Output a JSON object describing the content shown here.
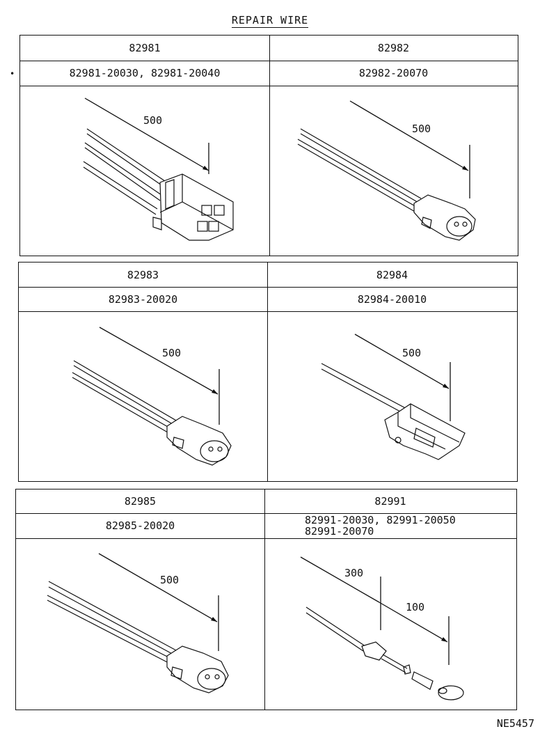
{
  "title": "REPAIR WIRE",
  "footer": "NE5457",
  "panels": [
    {
      "left": {
        "code": "82981",
        "parts": [
          "82981-20030, 82981-20040"
        ],
        "length": "500"
      },
      "right": {
        "code": "82982",
        "parts": [
          "82982-20070"
        ],
        "length": "500"
      }
    },
    {
      "left": {
        "code": "82983",
        "parts": [
          "82983-20020"
        ],
        "length": "500"
      },
      "right": {
        "code": "82984",
        "parts": [
          "82984-20010"
        ],
        "length": "500"
      }
    },
    {
      "left": {
        "code": "82985",
        "parts": [
          "82985-20020"
        ],
        "length": "500"
      },
      "right": {
        "code": "82991",
        "parts": [
          "82991-20030, 82991-20050",
          "82991-20070"
        ],
        "length_a": "300",
        "length_b": "100"
      }
    }
  ]
}
